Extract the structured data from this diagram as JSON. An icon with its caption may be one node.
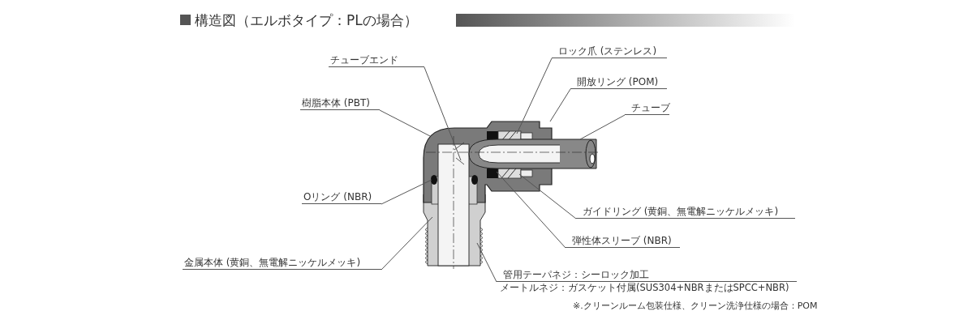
{
  "diagram": {
    "title": "構造図（エルボタイプ：PLの場合）",
    "nodes": [
      {
        "text": [
          "チューブエンド"
        ]
      },
      {
        "text": [
          "樹脂本体 (PBT)"
        ]
      },
      {
        "text": [
          "ロック爪 (ステンレス)"
        ]
      },
      {
        "text": [
          "開放リング (POM)"
        ]
      },
      {
        "text": [
          "チューブ"
        ]
      },
      {
        "text": [
          "Oリング (NBR)"
        ]
      },
      {
        "text": [
          "ガイドリング (黄銅、無電解ニッケルメッキ)"
        ]
      },
      {
        "text": [
          "弾性体スリーブ (NBR)"
        ]
      },
      {
        "text": [
          "金属本体 (黄銅、無電解ニッケルメッキ)"
        ]
      },
      {
        "text": [
          "管用テーパネジ：シーロック加工",
          "メートルネジ：ガスケット付属(SUS304+NBRまたはSPCC+NBR)"
        ]
      }
    ],
    "edges": [
      {
        "from": 0,
        "to": null,
        "arrow": "none"
      },
      {
        "from": 1,
        "to": null,
        "arrow": "none"
      },
      {
        "from": 2,
        "to": null,
        "arrow": "none"
      },
      {
        "from": 3,
        "to": null,
        "arrow": "none"
      },
      {
        "from": 4,
        "to": null,
        "arrow": "none"
      },
      {
        "from": 5,
        "to": null,
        "arrow": "none"
      },
      {
        "from": 6,
        "to": null,
        "arrow": "none"
      },
      {
        "from": 7,
        "to": null,
        "arrow": "none"
      },
      {
        "from": 8,
        "to": null,
        "arrow": "none"
      },
      {
        "from": 9,
        "to": null,
        "arrow": "none"
      }
    ],
    "labels": [
      "※.クリーンルーム包装仕様、クリーン洗浄仕様の場合：POM"
    ]
  }
}
